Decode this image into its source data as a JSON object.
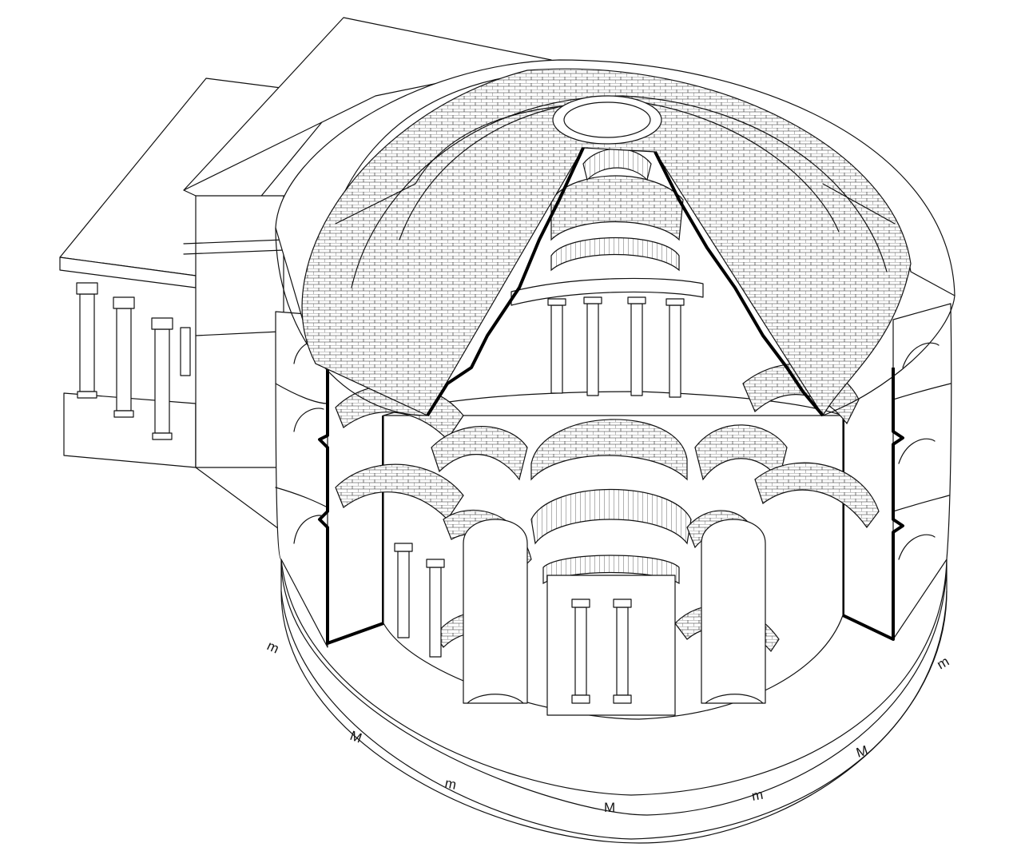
{
  "labels": [
    {
      "id": "m1",
      "text": "m"
    },
    {
      "id": "M1",
      "text": "M"
    },
    {
      "id": "m2",
      "text": "m"
    },
    {
      "id": "M2",
      "text": "M"
    },
    {
      "id": "m3",
      "text": "m"
    },
    {
      "id": "M3",
      "text": "M"
    },
    {
      "id": "m4",
      "text": "m"
    }
  ],
  "colors": {
    "ink": "#111111",
    "paper": "#ffffff"
  }
}
